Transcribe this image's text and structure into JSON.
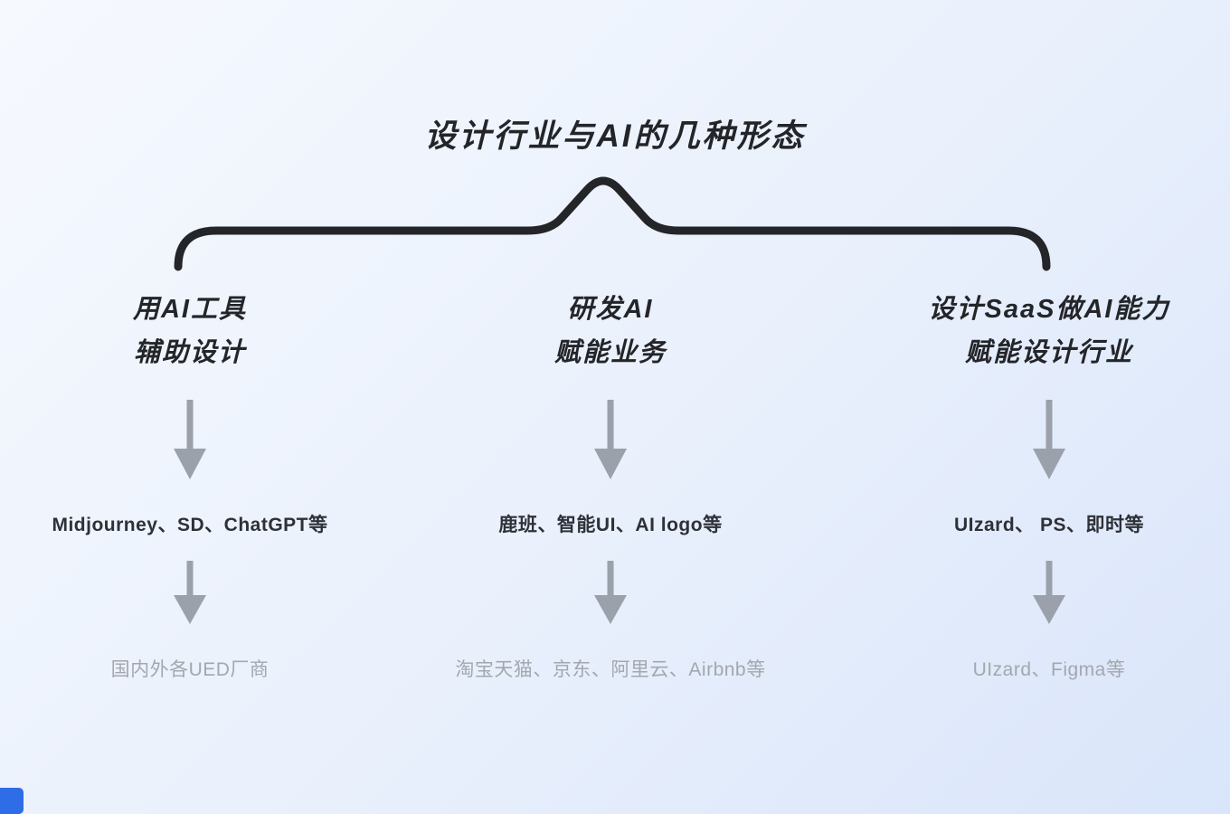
{
  "title": "设计行业与AI的几种形态",
  "columns": [
    {
      "heading_line1": "用AI工具",
      "heading_line2": "辅助设计",
      "tools": "Midjourney、SD、ChatGPT等",
      "examples": "国内外各UED厂商"
    },
    {
      "heading_line1": "研发AI",
      "heading_line2": "赋能业务",
      "tools": "鹿班、智能UI、AI logo等",
      "examples": "淘宝天猫、京东、阿里云、Airbnb等"
    },
    {
      "heading_line1": "设计SaaS做AI能力",
      "heading_line2": "赋能设计行业",
      "tools": "UIzard、 PS、即时等",
      "examples": "UIzard、Figma等"
    }
  ],
  "colors": {
    "bg-from": "#f6f9fe",
    "bg-mid": "#e9f0fc",
    "bg-to": "#d9e5fa",
    "ink": "#232529",
    "ink-soft": "#2e3137",
    "muted": "#a3a7ae",
    "arrow": "#9aa1ab",
    "accent": "#2e6de7"
  }
}
